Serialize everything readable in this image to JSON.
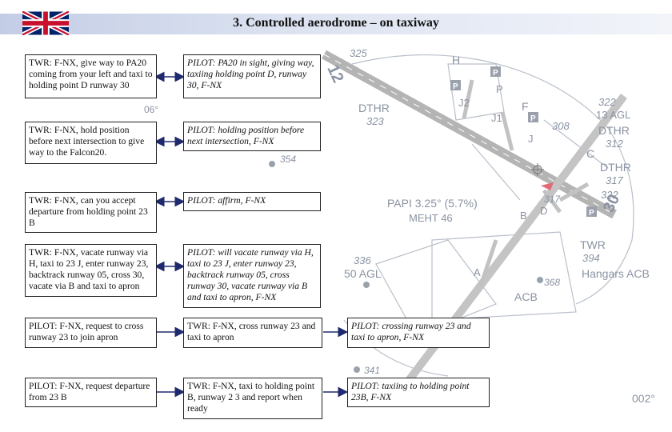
{
  "header": {
    "title": "3. Controlled aerodrome – on taxiway",
    "flag_icon": "uk-flag-icon"
  },
  "map": {
    "labels": [
      "325",
      "H",
      "12",
      "P",
      "J2",
      "J1",
      "F",
      "06°",
      "DTHR",
      "323",
      "322",
      "13 AGL",
      "DTHR",
      "312",
      "308",
      "J",
      "354",
      "C",
      "DTHR",
      "317",
      "322",
      "PAPI 3.25° (5.7%)",
      "MEHT 46",
      "317",
      "D",
      "B",
      "30",
      "TWR",
      "394",
      "Hangars ACB",
      "336",
      "50 AGL",
      "A",
      "368",
      "ACB",
      "341",
      "002°"
    ]
  },
  "exchanges": [
    {
      "left": "TWR: F-NX, give way to PA20 coming from your left and taxi to holding point D runway 30",
      "right": "PILOT: PA20 in sight, giving way, taxiing holding point D, runway 30, F-NX"
    },
    {
      "left": "TWR: F-NX, hold position before next intersection to give way to the Falcon20.",
      "right": "PILOT: holding position before next intersection, F-NX"
    },
    {
      "left": "TWR: F-NX, can you accept departure from holding point 23 B",
      "right": "PILOT: affirm, F-NX"
    },
    {
      "left": "TWR: F-NX, vacate runway via H, taxi to 23 J, enter runway 23, backtrack runway 05, cross 30, vacate via B and taxi to apron",
      "right": "PILOT: will vacate runway via H, taxi to 23 J, enter runway 23, backtrack runway 05, cross runway 30, vacate runway via B and taxi to apron, F-NX"
    }
  ],
  "three_way": [
    {
      "first": "PILOT: F-NX, request to cross runway 23 to join apron",
      "second": "TWR: F-NX, cross runway 23 and taxi to apron",
      "third": "PILOT: crossing runway 23 and taxi to apron, F-NX"
    },
    {
      "first": "PILOT: F-NX, request departure from 23 B",
      "second": "TWR: F-NX, taxi to holding point B, runway 2 3 and report when ready",
      "third": "PILOT: taxiing to holding point 23B, F-NX"
    }
  ],
  "colors": {
    "runway": "#b4b4b4",
    "map_ink": "#8a93a2",
    "arrow": "#1f2a6e",
    "header_band": "#c4cde6"
  }
}
